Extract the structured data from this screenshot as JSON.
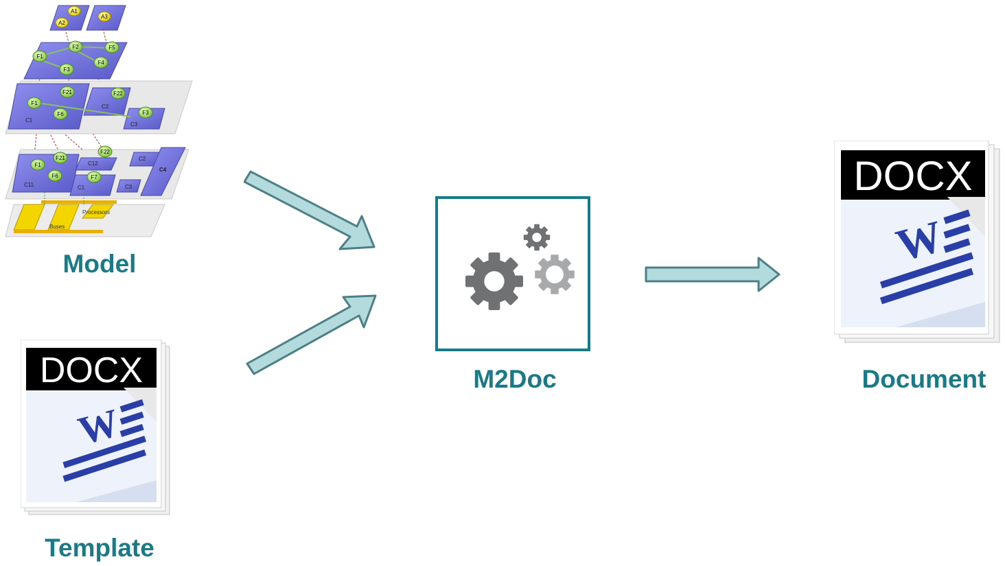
{
  "captions": {
    "model": "Model",
    "template": "Template",
    "engine": "M2Doc",
    "document": "Document"
  },
  "docx_icon": {
    "banner": "DOCX",
    "letter": "W"
  },
  "model_diagram": {
    "layer1_nodes": [
      "A1",
      "A2",
      "A3"
    ],
    "layer2_nodes": [
      "F1",
      "F2",
      "F3",
      "F4",
      "F5"
    ],
    "layer3_nodes": [
      "F1",
      "F21",
      "F22",
      "F6",
      "F3"
    ],
    "layer3_components": [
      "C1",
      "C2",
      "C3"
    ],
    "layer4_nodes": [
      "F1",
      "F21",
      "F22",
      "F6",
      "F7"
    ],
    "layer4_components": [
      "C11",
      "C12",
      "C1",
      "C2",
      "C3",
      "C4"
    ],
    "hardware": [
      "Processors",
      "Buses"
    ]
  },
  "colors": {
    "accent": "#1a7a86",
    "arrow_fill": "#b3dbdd",
    "arrow_stroke": "#4d7f86",
    "gear_dark": "#6f7172",
    "gear_light": "#a7a9ab"
  }
}
